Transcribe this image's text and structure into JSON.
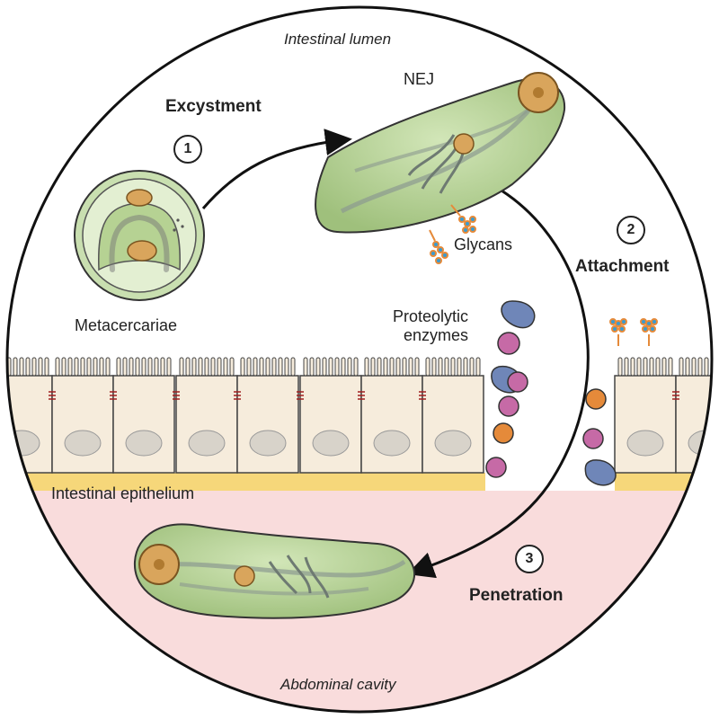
{
  "regions": {
    "top_label": "Intestinal lumen",
    "bottom_label": "Abdominal cavity",
    "epithelium_label": "Intestinal epithelium"
  },
  "steps": [
    {
      "number": "1",
      "label": "Excystment"
    },
    {
      "number": "2",
      "label": "Attachment"
    },
    {
      "number": "3",
      "label": "Penetration"
    }
  ],
  "organisms": {
    "cyst_label": "Metacercariae",
    "juvenile_label": "NEJ"
  },
  "molecules": {
    "glycans_label": "Glycans",
    "enzymes_label": "Proteolytic\nenzymes",
    "enzymes_line1": "Proteolytic",
    "enzymes_line2": "enzymes"
  },
  "colors": {
    "fluke_body": "#b8d49a",
    "sucker": "#d9a55c",
    "epithelium_cell": "#f6ecdc",
    "basement": "#f6d77a",
    "abdomen": "#f9dcdc",
    "enzyme_blue": "#6f86b8",
    "enzyme_pink": "#c66aa6",
    "enzyme_orange": "#e58a3a",
    "glycan_blue": "#3a9bd0"
  }
}
